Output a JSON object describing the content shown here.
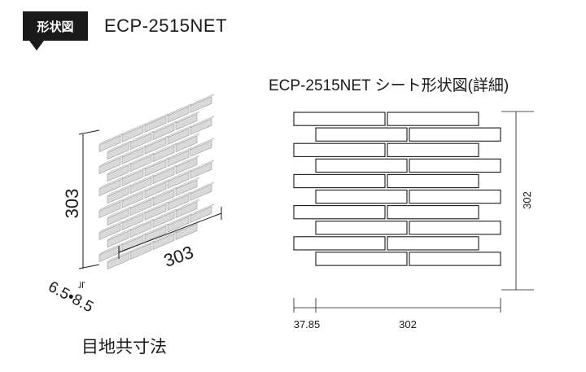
{
  "header": {
    "badge_label": "形状図",
    "product_code": "ECP-2515NET"
  },
  "perspective_view": {
    "height_label": "303",
    "width_label": "303",
    "joint_width_label": "6.5•8.5",
    "joint_width_caption": "目地共寸法"
  },
  "detail_view": {
    "title": "ECP-2515NET シート形状図(詳細)",
    "height_label": "302",
    "offset_label": "37.85",
    "width_label": "302",
    "rows": 10
  },
  "colors": {
    "ink": "#1a1a1a",
    "tile_face": "#d9d9d9",
    "tile_edge": "#9a9a9a"
  }
}
